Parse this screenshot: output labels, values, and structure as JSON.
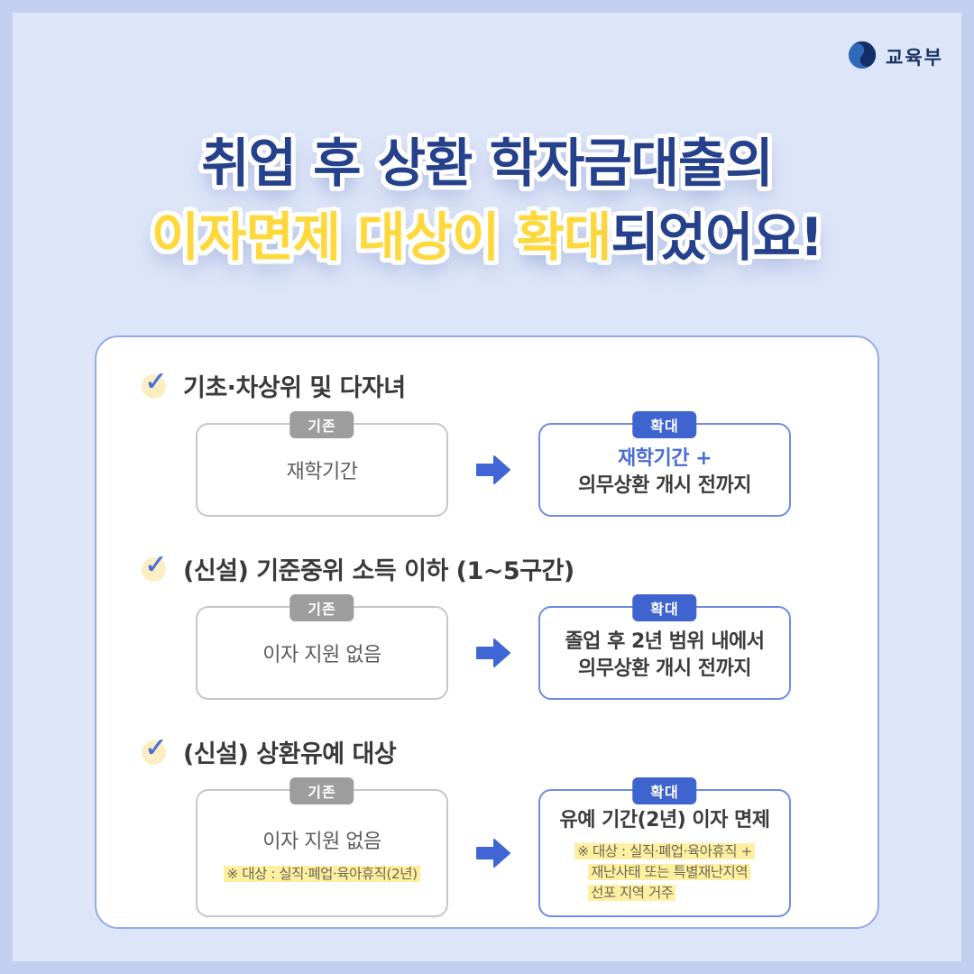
{
  "logo": {
    "label": "교육부"
  },
  "title": {
    "line1": "취업 후 상환 학자금대출의",
    "line2_highlight": "이자면제 대상이 확대",
    "line2_rest": "되었어요!"
  },
  "sections": [
    {
      "heading": "기초·차상위 및 다자녀",
      "before": {
        "tag": "기존",
        "line1": "재학기간"
      },
      "after": {
        "tag": "확대",
        "line1": "재학기간 +",
        "line2": "의무상환 개시 전까지"
      }
    },
    {
      "heading": "(신설) 기준중위 소득 이하 (1~5구간)",
      "before": {
        "tag": "기존",
        "line1": "이자 지원 없음"
      },
      "after": {
        "tag": "확대",
        "line1": "졸업 후 2년 범위 내에서",
        "line2": "의무상환 개시 전까지"
      }
    },
    {
      "heading": "(신설) 상환유예 대상",
      "before": {
        "tag": "기존",
        "line1": "이자 지원 없음",
        "note": "※ 대상 : 실직·폐업·육아휴직(2년)"
      },
      "after": {
        "tag": "확대",
        "line1": "유예 기간(2년) 이자 면제",
        "note_lines": [
          "※ 대상 : 실직·폐업·육아휴직 +",
          "재난사태 또는 특별재난지역",
          "선포 지역 거주"
        ]
      }
    }
  ],
  "colors": {
    "frame": "#c3cfee",
    "background": "#dde5f8",
    "title_navy": "#26418c",
    "title_yellow": "#ffd83d",
    "accent_blue": "#3f63cf",
    "tab_gray": "#9d9d9d",
    "note_highlight": "#ffefa0",
    "card_border": "#94abe8"
  }
}
